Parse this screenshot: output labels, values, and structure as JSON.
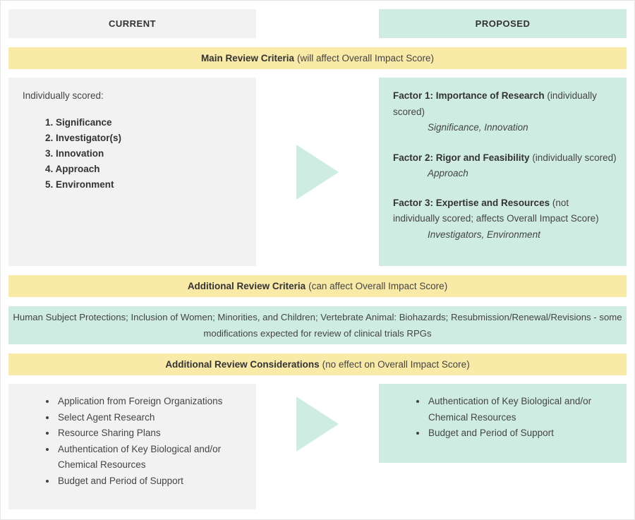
{
  "columns": {
    "current": "CURRENT",
    "proposed": "PROPOSED"
  },
  "main_criteria": {
    "title": "Main Review Criteria",
    "note": "(will affect Overall Impact Score)"
  },
  "current_main": {
    "intro": "Individually scored:",
    "items": [
      "1. Significance",
      "2. Investigator(s)",
      "3. Innovation",
      "4. Approach",
      "5. Environment"
    ]
  },
  "proposed_main": [
    {
      "title": "Factor 1: Importance of Research",
      "note": "(individually scored)",
      "sub": "Significance, Innovation"
    },
    {
      "title": "Factor 2: Rigor and Feasibility",
      "note": "(individually scored)",
      "sub": "Approach"
    },
    {
      "title": "Factor 3: Expertise and Resources",
      "note": "(not individually scored; affects Overall Impact Score)",
      "sub": "Investigators, Environment"
    }
  ],
  "additional_criteria": {
    "title": "Additional Review Criteria",
    "note": "(can affect Overall Impact Score)",
    "body": "Human Subject Protections; Inclusion of Women; Minorities, and Children; Vertebrate Animal: Biohazards; Resubmission/Renewal/Revisions - some modifications expected for review of clinical trials RPGs"
  },
  "additional_considerations": {
    "title": "Additional Review Considerations",
    "note": "(no effect on Overall Impact Score)"
  },
  "current_considerations": [
    "Application from Foreign Organizations",
    "Select Agent Research",
    "Resource Sharing Plans",
    "Authentication of Key Biological and/or Chemical Resources",
    "Budget and Period of Support"
  ],
  "proposed_considerations": [
    "Authentication of Key Biological and/or Chemical Resources",
    "Budget and Period of Support"
  ],
  "colors": {
    "current_bg": "#f2f2f2",
    "proposed_bg": "#cfece2",
    "band_bg": "#faeaa8"
  }
}
